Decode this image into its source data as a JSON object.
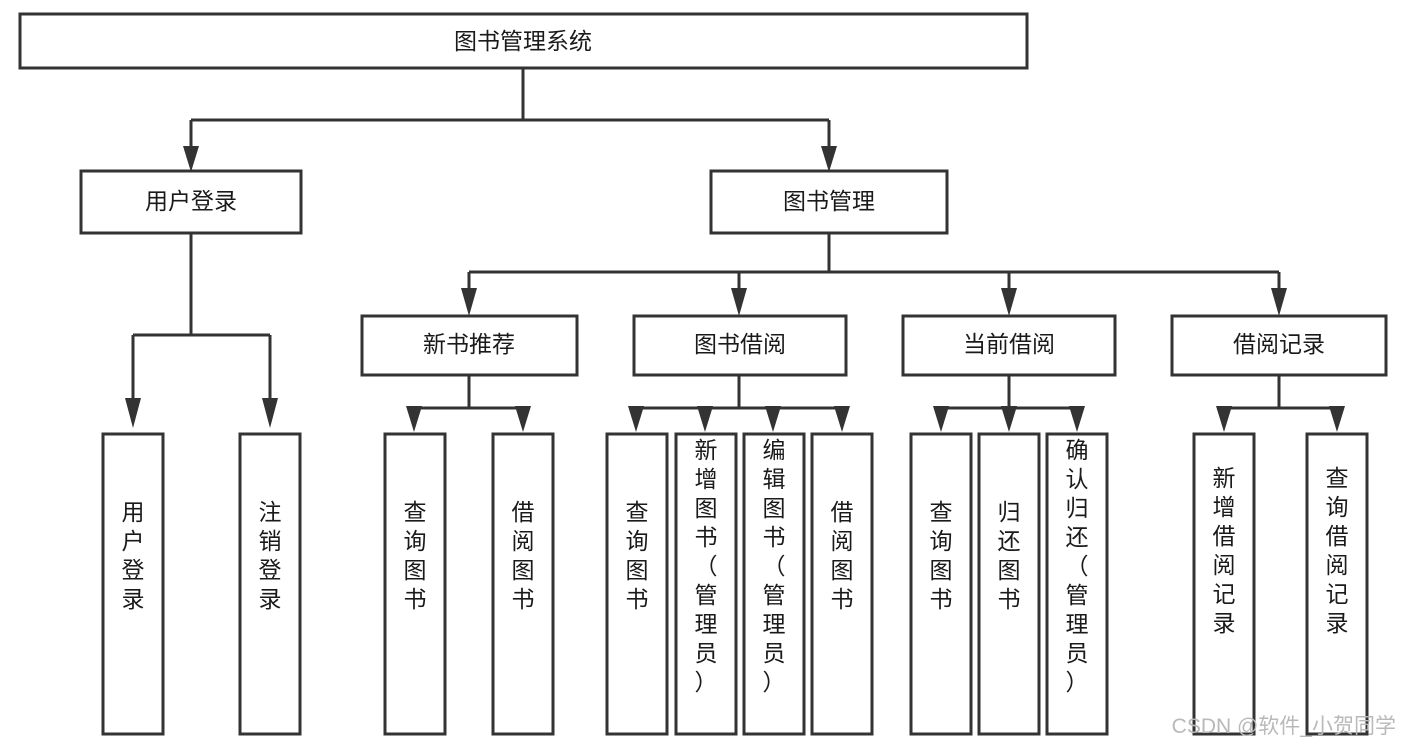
{
  "diagram": {
    "type": "hierarchy-tree",
    "title": "图书管理系统",
    "root": {
      "id": "root",
      "label": "图书管理系统",
      "orientation": "horizontal"
    },
    "level2": [
      {
        "id": "user-login",
        "label": "用户登录",
        "orientation": "horizontal"
      },
      {
        "id": "book-management",
        "label": "图书管理",
        "orientation": "horizontal"
      }
    ],
    "level3": [
      {
        "id": "new-book-recommend",
        "label": "新书推荐",
        "orientation": "horizontal",
        "parent": "book-management"
      },
      {
        "id": "book-borrow",
        "label": "图书借阅",
        "orientation": "horizontal",
        "parent": "book-management"
      },
      {
        "id": "current-borrow",
        "label": "当前借阅",
        "orientation": "horizontal",
        "parent": "book-management"
      },
      {
        "id": "borrow-record",
        "label": "借阅记录",
        "orientation": "horizontal",
        "parent": "book-management"
      }
    ],
    "leaves": [
      {
        "id": "leaf-user-login",
        "label": "用户登录",
        "orientation": "vertical",
        "parent": "user-login"
      },
      {
        "id": "leaf-logout-login",
        "label": "注销登录",
        "orientation": "vertical",
        "parent": "user-login"
      },
      {
        "id": "leaf-query-book-1",
        "label": "查询图书",
        "orientation": "vertical",
        "parent": "new-book-recommend"
      },
      {
        "id": "leaf-borrow-book-1",
        "label": "借阅图书",
        "orientation": "vertical",
        "parent": "new-book-recommend"
      },
      {
        "id": "leaf-query-book-2",
        "label": "查询图书",
        "orientation": "vertical",
        "parent": "book-borrow"
      },
      {
        "id": "leaf-add-book",
        "label": "新增图书（管理员）",
        "orientation": "vertical",
        "parent": "book-borrow"
      },
      {
        "id": "leaf-edit-book",
        "label": "编辑图书（管理员）",
        "orientation": "vertical",
        "parent": "book-borrow"
      },
      {
        "id": "leaf-borrow-book-2",
        "label": "借阅图书",
        "orientation": "vertical",
        "parent": "book-borrow"
      },
      {
        "id": "leaf-query-book-3",
        "label": "查询图书",
        "orientation": "vertical",
        "parent": "current-borrow"
      },
      {
        "id": "leaf-return-book",
        "label": "归还图书",
        "orientation": "vertical",
        "parent": "current-borrow"
      },
      {
        "id": "leaf-confirm-return",
        "label": "确认归还（管理员）",
        "orientation": "vertical",
        "parent": "current-borrow"
      },
      {
        "id": "leaf-add-record",
        "label": "新增借阅记录",
        "orientation": "vertical",
        "parent": "borrow-record"
      },
      {
        "id": "leaf-query-record",
        "label": "查询借阅记录",
        "orientation": "vertical",
        "parent": "borrow-record"
      }
    ],
    "colors": {
      "box_fill": "#ffffff",
      "box_stroke": "#333333",
      "text": "#1a1a1a",
      "background": "#ffffff",
      "watermark": "#b9b9b9"
    }
  },
  "watermark": {
    "text": "CSDN @软件_小贺同学"
  }
}
